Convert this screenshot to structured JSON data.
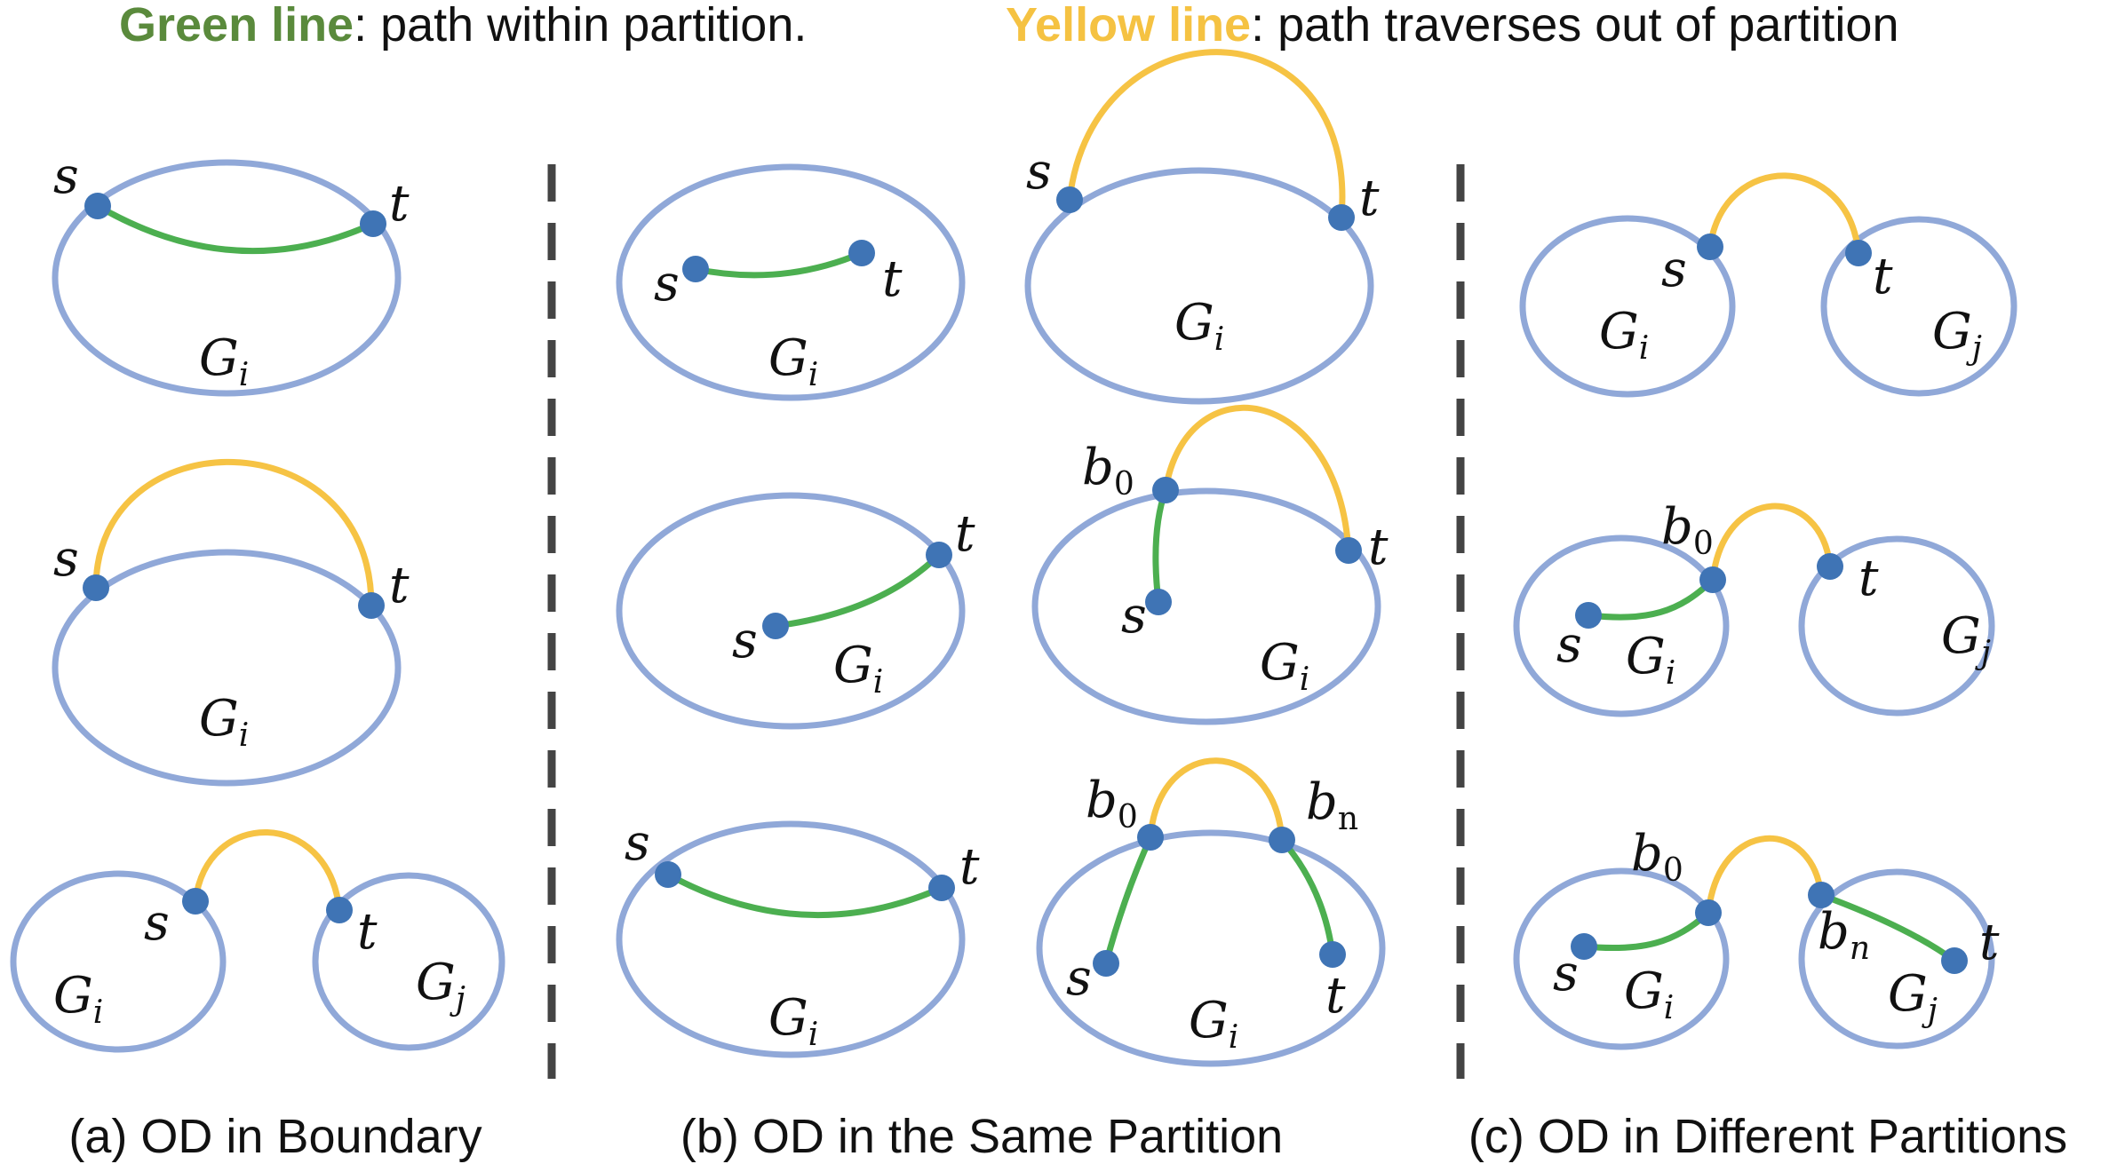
{
  "legend": {
    "green_label": "Green line",
    "green_desc": ": path within partition.",
    "yellow_label": "Yellow line",
    "yellow_desc": ": path traverses out of partition"
  },
  "captions": {
    "a": "(a) OD in Boundary",
    "b": "(b) OD in the Same Partition",
    "c": "(c) OD in Different Partitions"
  },
  "symbols": {
    "s": "s",
    "t": "t",
    "G": "G",
    "b": "b",
    "i": "i",
    "j": "j",
    "zero": "0",
    "n": "n"
  },
  "colors": {
    "green": "#5a8a3c",
    "yellow": "#f5c242",
    "green_path": "#4caf50",
    "yellow_path": "#f6c344",
    "partition": "#90a8d8",
    "node": "#3f74b5",
    "divider": "#444444"
  }
}
